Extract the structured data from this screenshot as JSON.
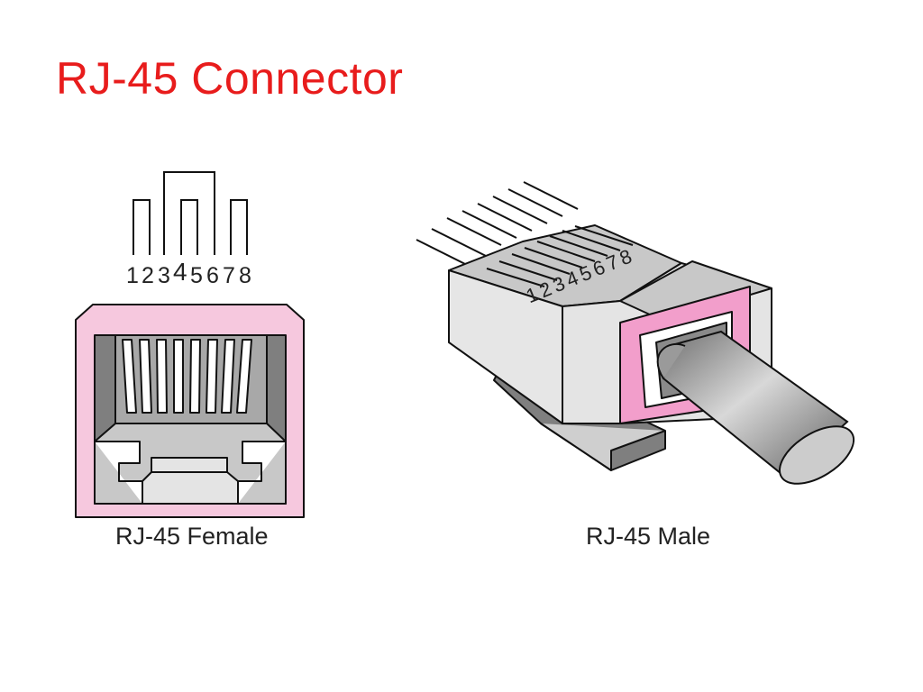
{
  "title": "RJ-45 Connector",
  "female": {
    "caption": "RJ-45 Female",
    "pin_numbers": [
      "1",
      "2",
      "3",
      "4",
      "5",
      "6",
      "7",
      "8"
    ],
    "fill_color": "#f6c8de"
  },
  "male": {
    "caption": "RJ-45 Male",
    "pin_numbers": [
      "1",
      "2",
      "3",
      "4",
      "5",
      "6",
      "7",
      "8"
    ],
    "band_color": "#f29ecb"
  },
  "colors": {
    "title": "#e81c1c",
    "body_gray": "#d4d4d4",
    "dark_gray": "#7f7f7f"
  }
}
